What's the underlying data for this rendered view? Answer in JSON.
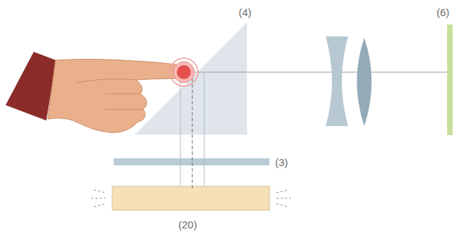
{
  "diagram": {
    "labels": [
      "(4)",
      "(6)",
      "(3)",
      "(20)"
    ]
  }
}
